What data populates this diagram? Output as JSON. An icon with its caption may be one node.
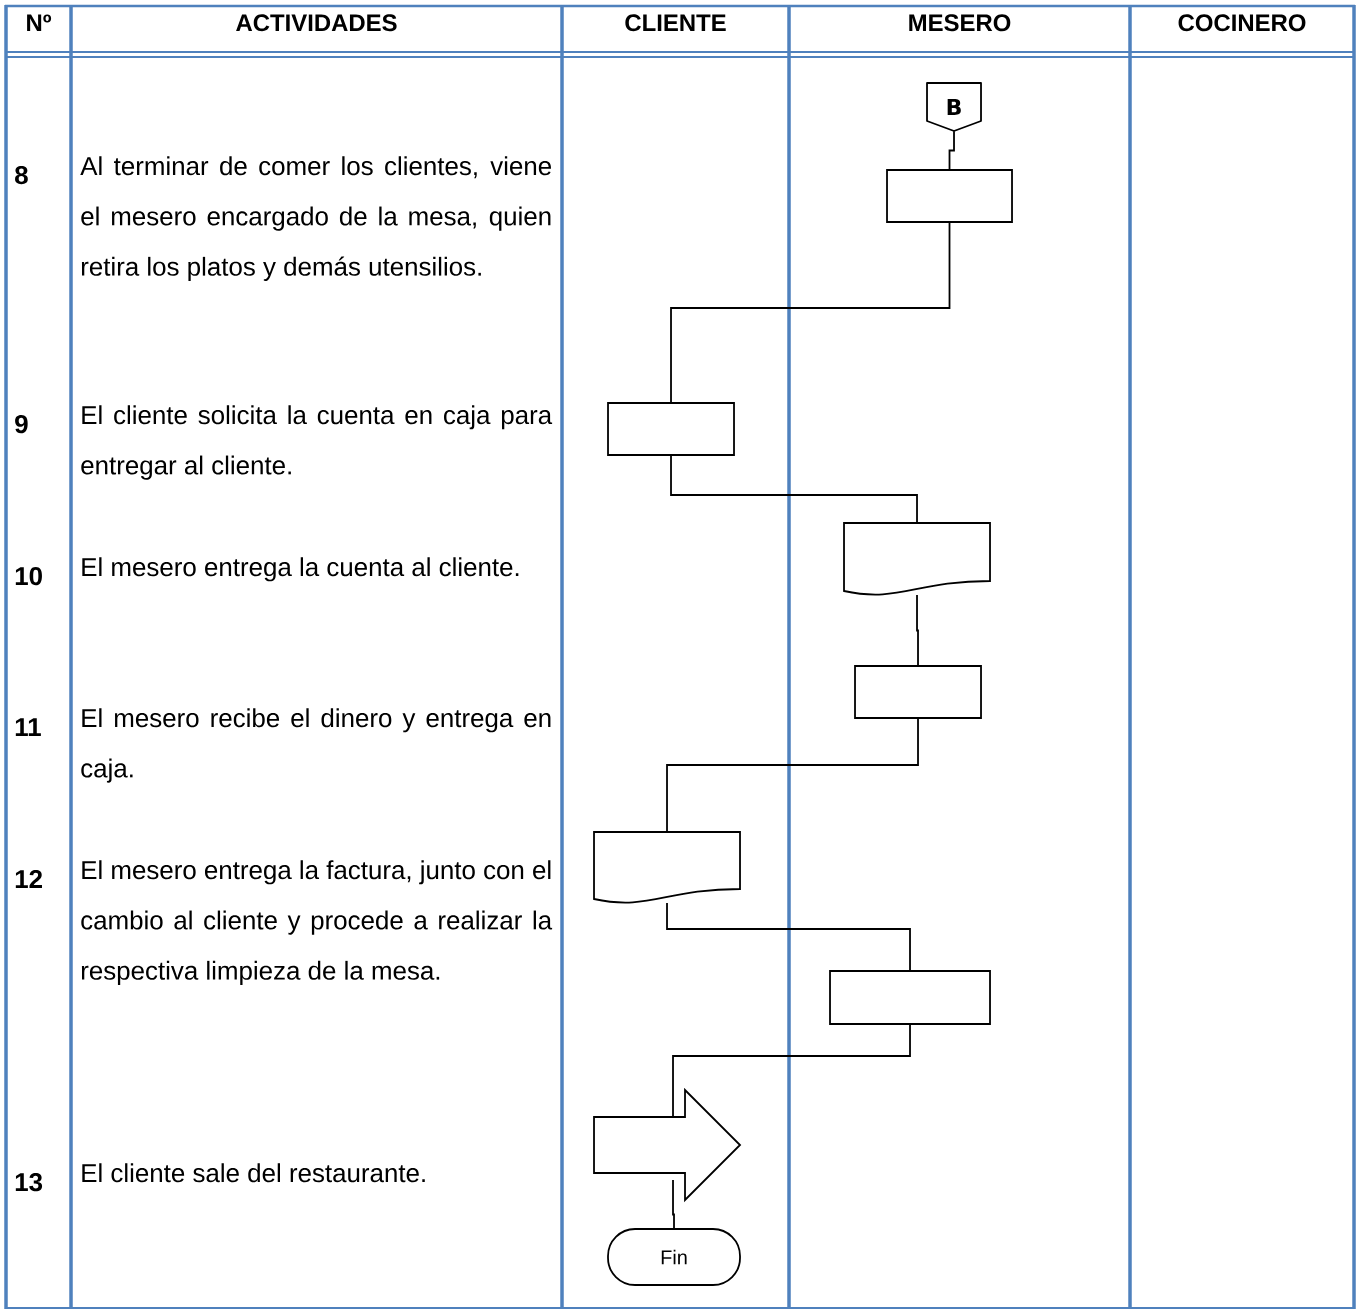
{
  "diagram": {
    "nodes": [
      {
        "text": [
          "B"
        ]
      },
      {
        "text": [],
        "shape": "box"
      },
      {
        "text": [],
        "shape": "box"
      },
      {
        "text": [],
        "shape": "document"
      },
      {
        "text": [],
        "shape": "box"
      },
      {
        "text": [],
        "shape": "document"
      },
      {
        "text": [],
        "shape": "box"
      },
      {
        "text": [],
        "shape": "arrow"
      },
      {
        "text": [
          "Fin"
        ]
      }
    ],
    "edges": [
      {
        "from": 0,
        "to": 1,
        "arrow": "none"
      },
      {
        "from": 1,
        "to": 2,
        "arrow": "none"
      },
      {
        "from": 2,
        "to": 3,
        "arrow": "none"
      },
      {
        "from": 3,
        "to": 4,
        "arrow": "none"
      },
      {
        "from": 4,
        "to": 5,
        "arrow": "none"
      },
      {
        "from": 5,
        "to": 6,
        "arrow": "none"
      },
      {
        "from": 6,
        "to": 7,
        "arrow": "none"
      },
      {
        "from": 7,
        "to": 8,
        "arrow": "none"
      }
    ],
    "labels": [
      "Nº",
      "ACTIVIDADES",
      "CLIENTE",
      "MESERO",
      "COCINERO",
      "8",
      "Al terminar de comer los clientes, viene el mesero encargado de la mesa, quien retira los platos y demás utensilios.",
      "9",
      "El cliente solicita la cuenta en caja para entregar al cliente.",
      "10",
      "El mesero entrega la cuenta al cliente.",
      "11",
      "El mesero recibe el dinero y entrega en caja.",
      "12",
      "El mesero entrega la factura, junto con el cambio al cliente y procede a realizar la respectiva limpieza de la mesa.",
      "13",
      "El cliente sale del restaurante."
    ]
  }
}
